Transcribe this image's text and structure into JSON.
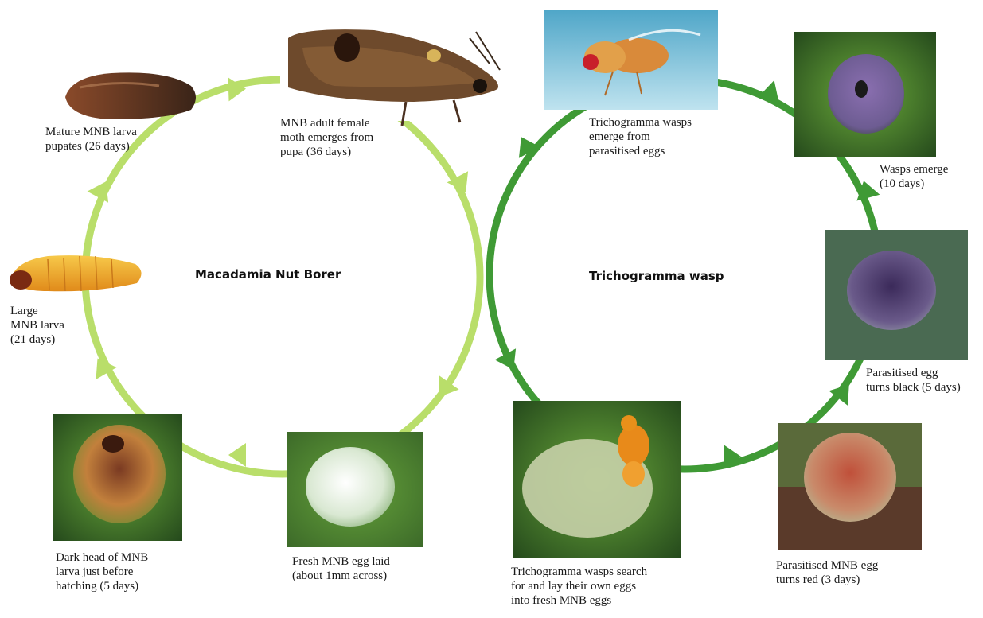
{
  "colors": {
    "mnb_cycle": "#b9de6a",
    "wasp_cycle": "#3f9a35",
    "leaf_dark": "#2f5a23",
    "leaf_light": "#7fb33f"
  },
  "mnb_cycle": {
    "title": "Macadamia Nut Borer",
    "stages": {
      "adult": "MNB adult female\nmoth emerges from\npupa (36 days)",
      "egg": "Fresh MNB egg laid\n(about 1mm across)",
      "dark_head": "Dark head of MNB\nlarva just before\nhatching (5 days)",
      "large_larva": "Large\nMNB larva\n(21 days)",
      "pupa": "Mature MNB larva\npupates (26 days)"
    }
  },
  "wasp_cycle": {
    "title": "Trichogramma wasp",
    "stages": {
      "emerge_photo": "Trichogramma wasps\nemerge from\nparasitised eggs",
      "wasps_emerge": "Wasps emerge\n(10 days)",
      "black": "Parasitised egg\nturns black (5 days)",
      "red": "Parasitised MNB egg\nturns red (3 days)",
      "search": "Trichogramma wasps search\nfor and lay their own eggs\ninto fresh MNB eggs"
    }
  }
}
